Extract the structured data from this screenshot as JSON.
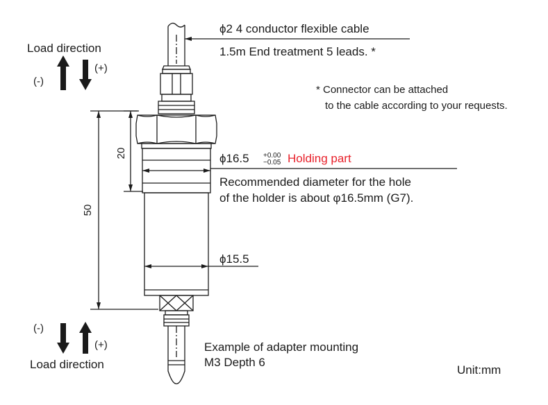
{
  "cable": {
    "spec": "ϕ2 4 conductor flexible cable",
    "length": "1.5m End treatment 5 leads. *"
  },
  "note": {
    "line1": "* Connector can be attached",
    "line2": "to the cable according to your requests."
  },
  "load_top": {
    "label": "Load direction",
    "minus": "(-)",
    "plus": "(+)"
  },
  "load_bottom": {
    "label": "Load direction",
    "minus": "(-)",
    "plus": "(+)"
  },
  "holding": {
    "diameter": "ϕ16.5",
    "tol_upper": "+0.00",
    "tol_lower": "−0.05",
    "label": "Holding part",
    "recommend1": "Recommended diameter for the hole",
    "recommend2": "of the holder is about φ16.5mm (G7)."
  },
  "body_diameter": "ϕ15.5",
  "dims": {
    "upper": "20",
    "overall": "50"
  },
  "adapter": {
    "line1": "Example of adapter mounting",
    "line2": "M3 Depth 6"
  },
  "unit": "Unit:mm",
  "colors": {
    "line": "#1a1a1a",
    "accent": "#e8212b"
  }
}
